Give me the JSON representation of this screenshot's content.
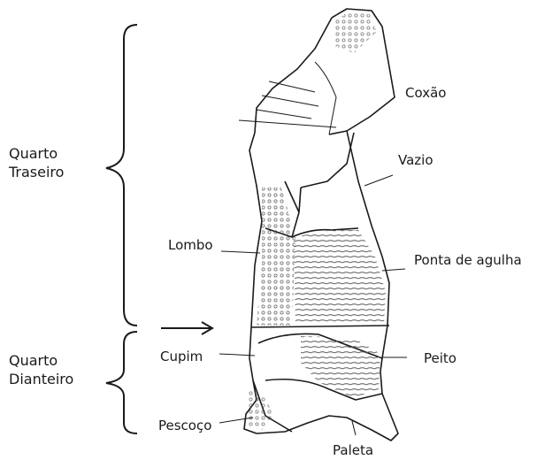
{
  "groups": {
    "hindquarter": {
      "line1": "Quarto",
      "line2": "Traseiro"
    },
    "forequarter": {
      "line1": "Quarto",
      "line2": "Dianteiro"
    }
  },
  "cuts": {
    "coxao": "Coxão",
    "vazio": "Vazio",
    "lombo": "Lombo",
    "ponta_de_agulha": "Ponta de agulha",
    "cupim": "Cupim",
    "peito": "Peito",
    "pescoco": "Pescoço",
    "paleta": "Paleta"
  },
  "colors": {
    "ink": "#1a1a1a",
    "hatch": "#555555",
    "background": "#ffffff"
  },
  "icons": [
    "left-curly-brace",
    "right-arrow"
  ]
}
